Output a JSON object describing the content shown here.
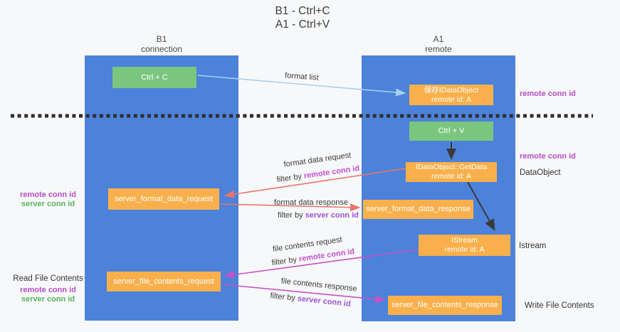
{
  "title": {
    "line1": "B1 - Ctrl+C",
    "line2": "A1 - Ctrl+V"
  },
  "columns": {
    "left": {
      "name": "B1",
      "subtitle": "connection"
    },
    "right": {
      "name": "A1",
      "subtitle": "remote"
    }
  },
  "nodes": {
    "ctrl_c": "Ctrl + C",
    "ctrl_v": "Ctrl + V",
    "save_dataobject": {
      "line1": "保存IDataObject",
      "line2": "remote id: A"
    },
    "getdata": {
      "line1": "IDataObject::GetData",
      "line2": "remote id: A"
    },
    "istream": {
      "line1": "IStream",
      "line2": "remote id: A"
    },
    "format_request": "server_format_data_request",
    "format_response": "server_format_data_response",
    "file_request": "server_file_contents_request",
    "file_response": "server_file_contents_response"
  },
  "side_labels": {
    "remote_conn_id": "remote conn id",
    "server_conn_id": "server conn id",
    "dataobject": "DataObject",
    "istream": "Istream",
    "read_file_contents": "Read File Contents",
    "write_file_contents": "Write File Contents"
  },
  "flow_labels": {
    "format_list": "format list",
    "format_request": {
      "text": "format data request",
      "filter_prefix": "filter by ",
      "filter_key": "remote conn id"
    },
    "format_response": {
      "text": "format data response",
      "filter_prefix": "filter by ",
      "filter_key": "server conn id"
    },
    "file_request": {
      "text": "file contents request",
      "filter_prefix": "filter by ",
      "filter_key": "remote conn id"
    },
    "file_response": {
      "text": "file contents response",
      "filter_prefix": "filter by ",
      "filter_key": "server conn id"
    }
  },
  "colors": {
    "column_blue": "#4c82d9",
    "node_green": "#7bc67f",
    "node_orange": "#f9b04c",
    "remote_conn_purple": "#b64ec6",
    "server_conn_green": "#56b55c",
    "flow_server_purple": "#9b55d4",
    "arrow_red": "#e8756b",
    "arrow_magenta": "#c653c6",
    "arrow_lightblue": "#a6d0ee",
    "arrow_black": "#3a3a3a",
    "background": "#f7f8f9"
  }
}
